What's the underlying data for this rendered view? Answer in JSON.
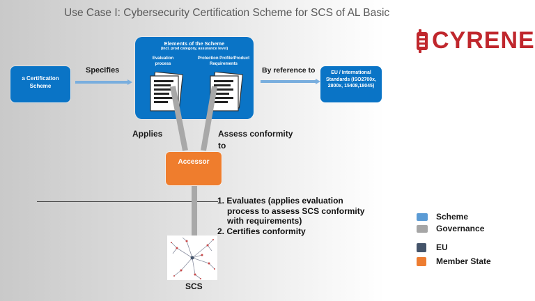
{
  "title": "Use Case I:  Cybersecurity Certification Scheme for SCS of AL Basic",
  "logo": {
    "text": "CYRENE",
    "color": "#c0272d"
  },
  "boxes": {
    "certification_scheme": "a Certification Scheme",
    "elements": {
      "title": "Elements of the Scheme",
      "subtitle": "(incl. prod category, assurance level)",
      "label_a": "Evaluation process",
      "label_b": "Protection Profile/Product Requirements"
    },
    "standards": "EU / International Standards (ISO2700x, 2800x, 15408,18045)",
    "accessor": "Accessor"
  },
  "arrows": {
    "specifies": "Specifies",
    "by_reference": "By reference to",
    "applies": "Applies",
    "assess_conformity": "Assess conformity",
    "assess_conformity_2": "to"
  },
  "steps": [
    "1. Evaluates  (applies evaluation",
    "process to assess SCS conformity",
    "with requirements)",
    "2. Certifies conformity"
  ],
  "scs_label": "SCS",
  "legend": [
    {
      "label": "Scheme",
      "color": "#5b9bd5"
    },
    {
      "label": "Governance",
      "color": "#a6a6a6"
    },
    {
      "label": "EU",
      "color": "#44546a"
    },
    {
      "label": "Member State",
      "color": "#ed7d31"
    }
  ],
  "colors": {
    "scheme_box": "#0a74c6",
    "accessor_box": "#ef7d2d",
    "arrow": "#79aede",
    "connector": "#a8a8a8"
  }
}
